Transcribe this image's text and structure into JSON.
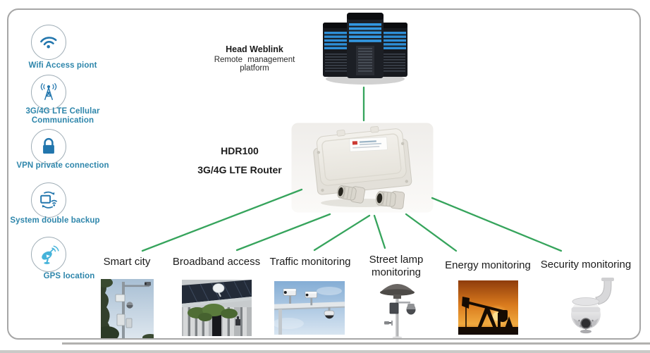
{
  "colors": {
    "connector_green": "#36a45c",
    "sidebar_label_blue": "#2e86ab",
    "icon_blue": "#2276ad",
    "gps_icon_blue": "#45b3da"
  },
  "sidebar": {
    "items": [
      {
        "icon": "wifi-icon",
        "label": "Wifi Access piont"
      },
      {
        "icon": "cell-tower-icon",
        "label": "3G/4G LTE Cellular Communication"
      },
      {
        "icon": "vpn-lock-icon",
        "label": "VPN private connection"
      },
      {
        "icon": "system-backup-icon",
        "label": "System double backup"
      },
      {
        "icon": "gps-satellite-icon",
        "label": "GPS location"
      }
    ]
  },
  "platform": {
    "name": "Head Weblink",
    "description": "Remote management platform",
    "image": "server-stack"
  },
  "router": {
    "model": "HDR100",
    "product_type": "3G/4G LTE Router",
    "image": "outdoor-router-photo"
  },
  "applications": [
    {
      "label": "Smart city",
      "image": "smart-city-photo"
    },
    {
      "label": "Broadband access",
      "image": "broadband-access-photo"
    },
    {
      "label": "Traffic monitoring",
      "image": "traffic-monitoring-photo"
    },
    {
      "label": "Street lamp monitoring",
      "image": "street-lamp-monitoring-photo"
    },
    {
      "label": "Energy monitoring",
      "image": "energy-monitoring-photo"
    },
    {
      "label": "Security monitoring",
      "image": "security-monitoring-photo"
    }
  ]
}
